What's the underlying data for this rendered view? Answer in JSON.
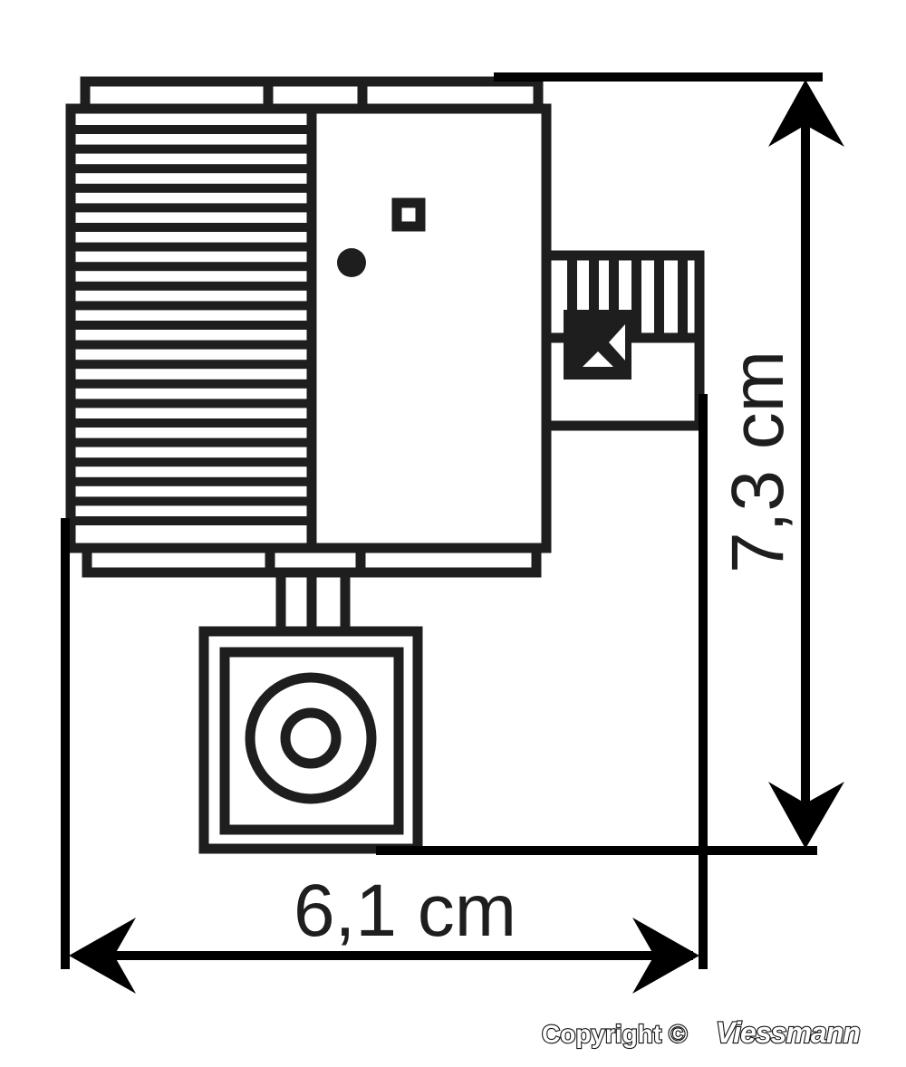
{
  "diagram": {
    "title": "Building floor plan with dimensions",
    "dimensions": {
      "width_label": "6,1 cm",
      "height_label": "7,3 cm"
    },
    "copyright": {
      "text": "Copyright ©",
      "brand": "Viessmann"
    },
    "colors": {
      "line": "#1e1e1e",
      "background": "#ffffff"
    }
  }
}
